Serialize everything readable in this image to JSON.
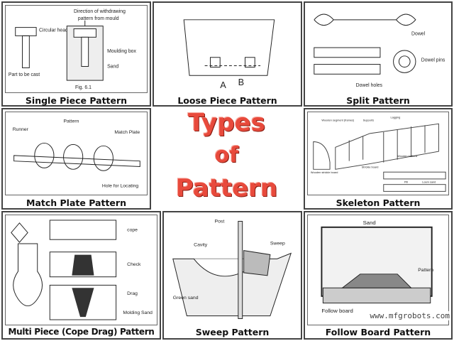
{
  "title": {
    "line1": "Types",
    "line2": "of",
    "line3": "Pattern",
    "color": "#e84a3c"
  },
  "panels": [
    {
      "caption": "Single Piece Pattern",
      "labels": {
        "head": "Circular head",
        "part": "Part to be cast",
        "direction1": "Direction of withdrawing",
        "direction2": "pattern from mould",
        "box": "Moulding box",
        "sand": "Sand",
        "fig": "Fig. 6.1"
      }
    },
    {
      "caption": "Loose Piece Pattern",
      "labels": {
        "a": "A",
        "b": "B"
      }
    },
    {
      "caption": "Split Pattern",
      "labels": {
        "dowel": "Dowel",
        "pins": "Dowel pins",
        "holes": "Dowel holes"
      }
    },
    {
      "caption": "Match Plate Pattern",
      "labels": {
        "runner": "Runner",
        "pattern": "Pattern",
        "plate": "Match Plate",
        "hole": "Hole for Locating"
      }
    },
    {
      "caption": "Skeleton Pattern",
      "labels": {
        "segment": "Wooden segment (frames)",
        "supports": "Supports",
        "lagging": "Lagging",
        "battens": "Wooden battens",
        "strike": "Wooden strickle board",
        "strickle": "Strickle board",
        "pill": "Pill",
        "loam": "Loam sand"
      }
    },
    {
      "caption": "Multi Piece (Cope Drag) Pattern",
      "labels": {
        "cope": "cope",
        "check": "Check",
        "drag": "Drag",
        "sand": "Molding Sand"
      }
    },
    {
      "caption": "Sweep Pattern",
      "labels": {
        "post": "Post",
        "cavity": "Cavity",
        "sweep": "Sweep",
        "green": "Green sand"
      }
    },
    {
      "caption": "Follow Board Pattern",
      "labels": {
        "sand": "Sand",
        "pattern": "Pattern",
        "board": "Follow board"
      }
    }
  ],
  "watermark": "www.mfgrobots.com"
}
